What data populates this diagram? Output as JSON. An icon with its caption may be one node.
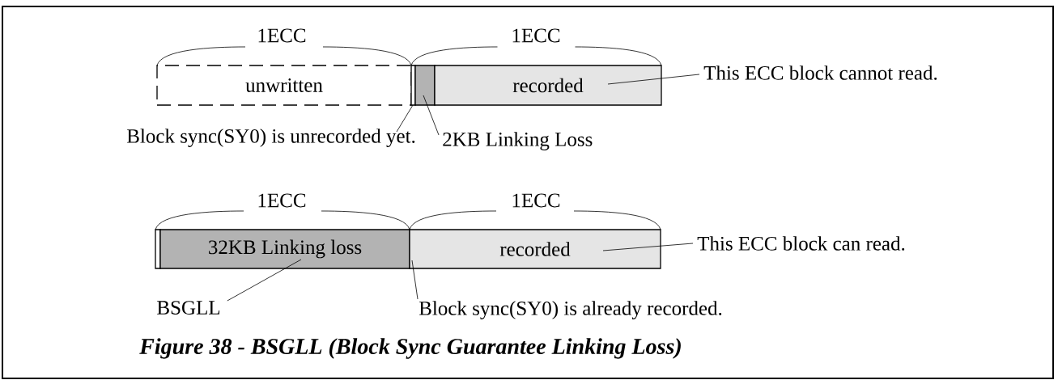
{
  "diagram": {
    "caption": "Figure 38 - BSGLL (Block Sync Guarantee Linking Loss)",
    "nodes": [
      {
        "text": [
          "unwritten"
        ]
      },
      {
        "text": [],
        "shape": "box"
      },
      {
        "text": [],
        "shape": "box"
      },
      {
        "text": [
          "recorded"
        ]
      },
      {
        "text": [
          "This ECC block cannot read."
        ]
      },
      {
        "text": [
          "Block sync(SY0) is unrecorded yet."
        ]
      },
      {
        "text": [
          "2KB Linking Loss"
        ]
      },
      {
        "text": [],
        "shape": "box"
      },
      {
        "text": [
          "32KB Linking loss"
        ]
      },
      {
        "text": [
          "recorded"
        ]
      },
      {
        "text": [
          "This ECC block can read."
        ]
      },
      {
        "text": [
          "BSGLL"
        ]
      },
      {
        "text": [
          "Block sync(SY0) is already recorded."
        ]
      }
    ],
    "edges": [
      {
        "from": 4,
        "to": 3,
        "arrow": "none"
      },
      {
        "from": 5,
        "to": 1,
        "arrow": "none"
      },
      {
        "from": 6,
        "to": 2,
        "arrow": "none"
      },
      {
        "from": 10,
        "to": 9,
        "arrow": "none"
      },
      {
        "from": 11,
        "to": 8,
        "arrow": "none"
      },
      {
        "from": 12,
        "to": 9,
        "arrow": "none"
      }
    ],
    "labels": [
      "1ECC",
      "1ECC",
      "1ECC",
      "1ECC"
    ]
  }
}
